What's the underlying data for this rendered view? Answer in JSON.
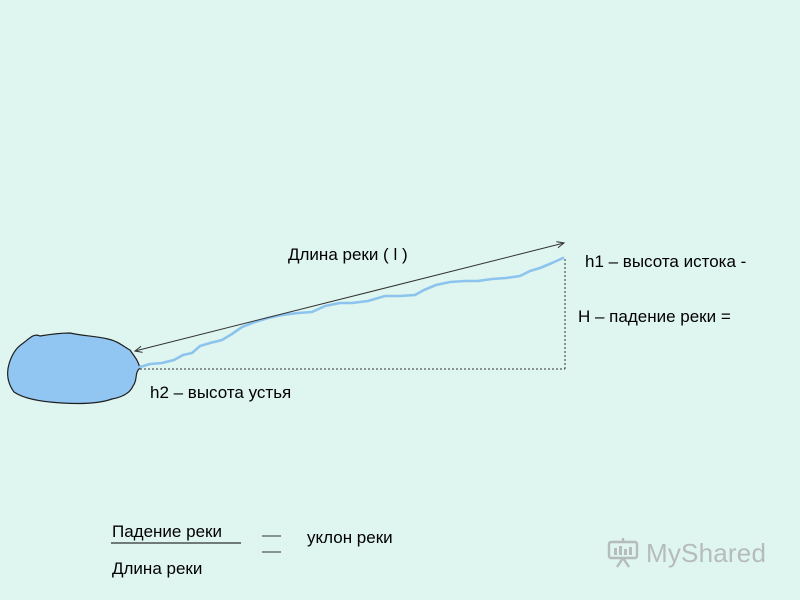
{
  "diagram": {
    "river_length_label": "Длина реки ( l )",
    "source_height_label": "h1 – высота истока -",
    "fall_label": "H – падение реки =",
    "mouth_height_label": "h2 – высота устья"
  },
  "formula": {
    "numerator": "Падение реки",
    "denominator": "Длина реки",
    "result": "уклон реки"
  },
  "watermark": {
    "text": "MyShared"
  },
  "colors": {
    "background": "#dff5ef",
    "lake_fill": "#92c6f2",
    "river": "#8cc4ee",
    "line": "#333333"
  }
}
